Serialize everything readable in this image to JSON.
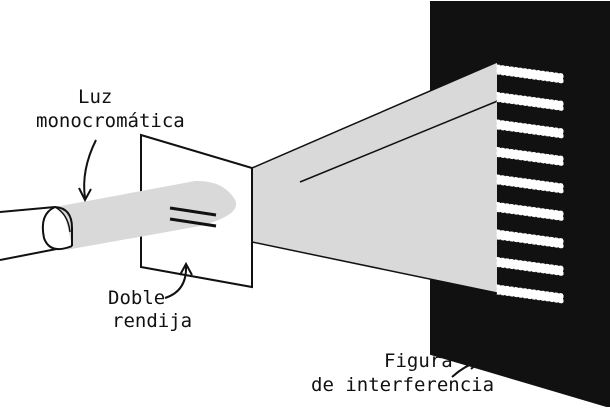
{
  "labels": {
    "light_line1": "Luz",
    "light_line2": "monocromática",
    "slit_line1": "Doble",
    "slit_line2": "rendija",
    "figure_line1": "Figura",
    "figure_line2": "de interferencia"
  },
  "fringes": {
    "count": 9
  },
  "colors": {
    "ink": "#111111",
    "light_beam": "#d9d9d9",
    "screen": "#111111",
    "fringe": "#ffffff"
  }
}
